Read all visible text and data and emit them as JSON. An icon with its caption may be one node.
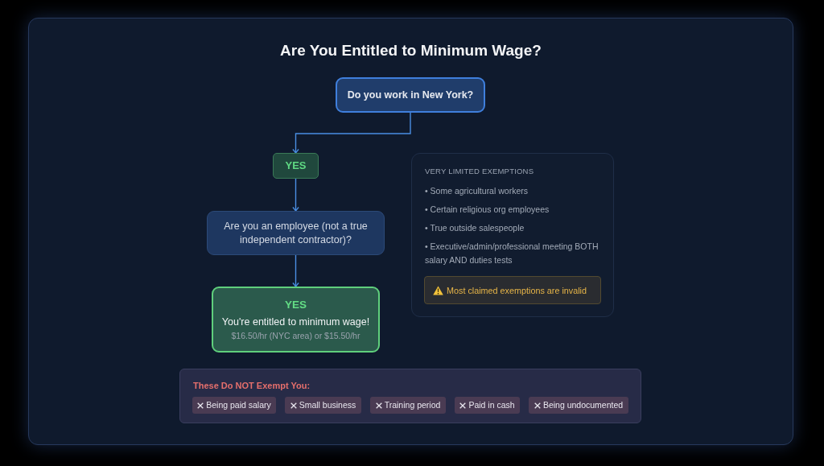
{
  "diagram": {
    "title": "Are You Entitled to Minimum Wage?",
    "nodes": [
      {
        "text": [
          "Do you work in New York?"
        ]
      },
      {
        "text": [
          "YES"
        ]
      },
      {
        "text": [
          "Are you an employee (not a true independent contractor)?"
        ]
      },
      {
        "text": [
          "YES",
          "You're entitled to minimum wage!",
          "$16.50/hr (NYC area) or $15.50/hr"
        ]
      },
      {
        "text": [
          "VERY LIMITED EXEMPTIONS",
          "• Some agricultural workers",
          "• Certain religious org employees",
          "• True outside salespeople",
          "• Executive/admin/professional meeting BOTH salary AND duties tests"
        ]
      },
      {
        "text": [
          "Most claimed exemptions are invalid"
        ],
        "in": 4
      },
      {
        "text": [
          "These Do NOT Exempt You:"
        ]
      },
      {
        "text": [
          "Being paid salary"
        ],
        "in": 6
      },
      {
        "text": [
          "Small business"
        ],
        "in": 6
      },
      {
        "text": [
          "Training period"
        ],
        "in": 6
      },
      {
        "text": [
          "Paid in cash"
        ],
        "in": 6
      },
      {
        "text": [
          "Being undocumented"
        ],
        "in": 6
      }
    ],
    "edges": [
      {
        "from": 0,
        "to": 1,
        "arrow": "to"
      },
      {
        "from": 1,
        "to": 2,
        "arrow": "to"
      },
      {
        "from": 2,
        "to": 3,
        "arrow": "to"
      }
    ]
  }
}
